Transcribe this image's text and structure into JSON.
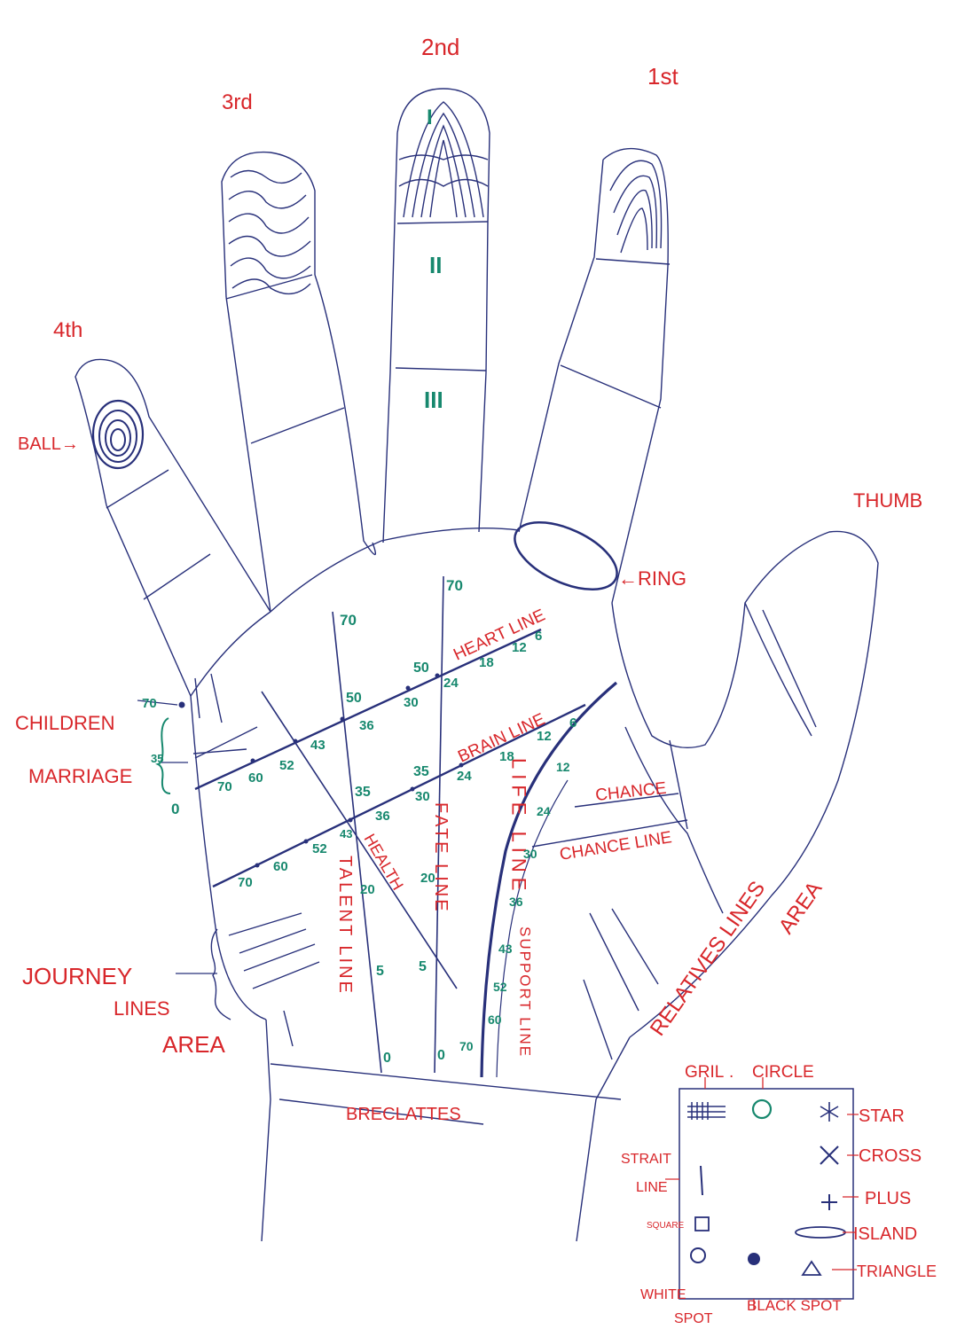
{
  "fingers": {
    "first": "1st",
    "second": "2nd",
    "third": "3rd",
    "fourth": "4th",
    "thumb": "THUMB"
  },
  "phalanges": {
    "one": "I",
    "two": "II",
    "three": "III"
  },
  "labels": {
    "ball": "BALL→",
    "ring": "←RING",
    "children": "CHILDREN",
    "marriage": "MARRIAGE",
    "journey1": "JOURNEY",
    "journey2": "LINES",
    "journey3": "AREA",
    "bracelets": "BRECLATTES",
    "chance": "CHANCE",
    "chance_line": "CHANCE LINE",
    "relatives1": "RELATIVES LINES",
    "relatives2": "AREA",
    "heart_line": "HEART LINE",
    "brain_line": "BRAIN LINE",
    "health": "HEALTH",
    "fate": "FATE LINE",
    "talent": "TALENT LINE",
    "life": "LIFE LINE",
    "support": "SUPPORT LINE"
  },
  "scale": {
    "marriage_top": "70",
    "marriage_mid": "35",
    "marriage_bottom": "0",
    "t70": "70",
    "f70": "70",
    "f50": "50",
    "t50": "50",
    "t35": "35",
    "f35": "35",
    "t20": "20",
    "f20": "20",
    "t5": "5",
    "f5": "5",
    "t0": "0",
    "f0": "0",
    "heart": [
      "70",
      "60",
      "52",
      "43",
      "36",
      "30",
      "24",
      "18",
      "12",
      "6"
    ],
    "brain": [
      "70",
      "60",
      "52",
      "43",
      "36",
      "30",
      "24",
      "18",
      "12",
      "6"
    ],
    "life": [
      "12",
      "24",
      "30",
      "36",
      "43",
      "52",
      "60",
      "70"
    ]
  },
  "legend": {
    "grill": "GRIL",
    "circle": "CIRCLE",
    "star": "STAR",
    "cross": "CROSS",
    "straight1": "STRAIT",
    "straight2": "LINE",
    "plus": "PLUS",
    "square": "SQUARE",
    "island": "ISLAND",
    "triangle": "TRIANGLE",
    "white1": "WHITE",
    "white2": "SPOT",
    "black": "BLACK SPOT"
  },
  "colors": {
    "label": "#d8262a",
    "scale": "#17886e",
    "ink": "#28307a"
  }
}
